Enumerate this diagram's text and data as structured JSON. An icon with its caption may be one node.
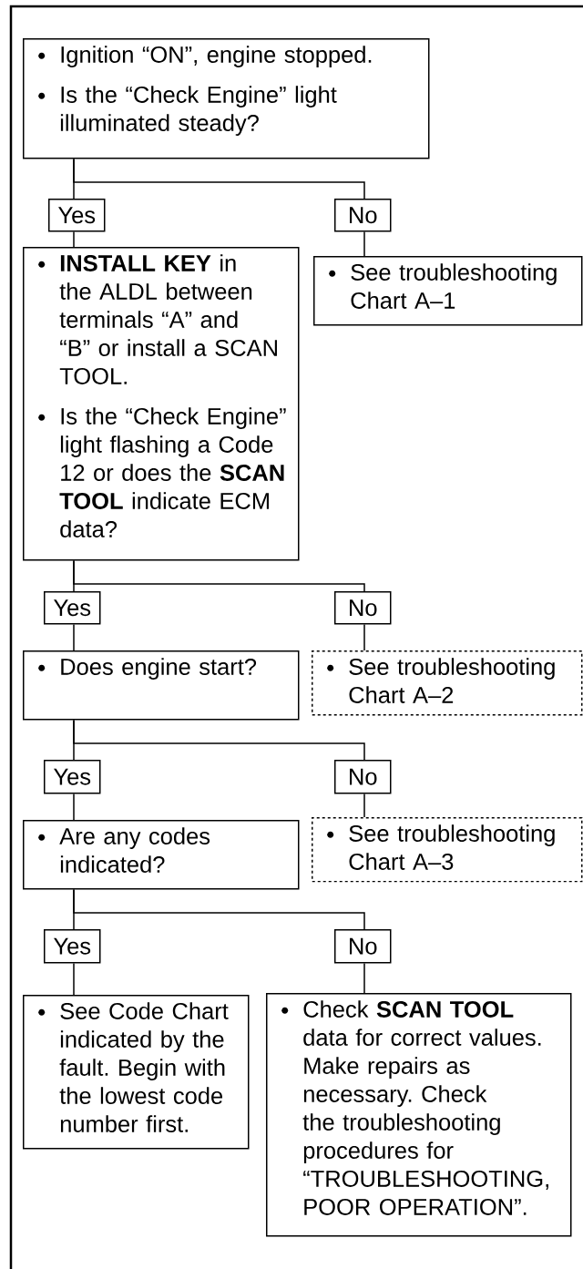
{
  "diagram": {
    "nodes": [
      {
        "text": [
          "Ignition “ON”, engine stopped.",
          "Is the “Check Engine” light illuminated steady?"
        ]
      },
      {
        "text": [
          "Yes"
        ]
      },
      {
        "text": [
          "No"
        ]
      },
      {
        "text": [
          "**INSTALL KEY** in the ALDL between terminals “A” and “B” or install a SCAN TOOL.",
          "Is the “Check Engine” light flashing a Code 12 or does the **SCAN TOOL** indicate ECM data?"
        ]
      },
      {
        "text": [
          "See troubleshooting Chart A–1"
        ]
      },
      {
        "text": [
          "Yes"
        ]
      },
      {
        "text": [
          "No"
        ]
      },
      {
        "text": [
          "Does engine start?"
        ]
      },
      {
        "text": [
          "See troubleshooting Chart A–2"
        ]
      },
      {
        "text": [
          "Yes"
        ]
      },
      {
        "text": [
          "No"
        ]
      },
      {
        "text": [
          "Are any codes indicated?"
        ]
      },
      {
        "text": [
          "See troubleshooting Chart A–3"
        ]
      },
      {
        "text": [
          "Yes"
        ]
      },
      {
        "text": [
          "No"
        ]
      },
      {
        "text": [
          "See Code Chart indicated by the fault. Begin with the lowest code number first."
        ]
      },
      {
        "text": [
          "Check **SCAN TOOL** data for correct values. Make repairs as necessary. Check the troubleshooting procedures for “TROUBLESHOOTING, POOR OPERATION”."
        ]
      }
    ],
    "edges": [
      {
        "from": 0,
        "to": 1,
        "arrow": "none"
      },
      {
        "from": 0,
        "to": 2,
        "arrow": "none"
      },
      {
        "from": 1,
        "to": 3,
        "arrow": "none"
      },
      {
        "from": 2,
        "to": 4,
        "arrow": "none"
      },
      {
        "from": 3,
        "to": 5,
        "arrow": "none"
      },
      {
        "from": 3,
        "to": 6,
        "arrow": "none"
      },
      {
        "from": 5,
        "to": 7,
        "arrow": "none"
      },
      {
        "from": 6,
        "to": 8,
        "arrow": "none"
      },
      {
        "from": 7,
        "to": 9,
        "arrow": "none"
      },
      {
        "from": 7,
        "to": 10,
        "arrow": "none"
      },
      {
        "from": 9,
        "to": 11,
        "arrow": "none"
      },
      {
        "from": 10,
        "to": 12,
        "arrow": "none"
      },
      {
        "from": 11,
        "to": 13,
        "arrow": "none"
      },
      {
        "from": 11,
        "to": 14,
        "arrow": "none"
      },
      {
        "from": 13,
        "to": 15,
        "arrow": "none"
      },
      {
        "from": 14,
        "to": 16,
        "arrow": "none"
      }
    ]
  }
}
